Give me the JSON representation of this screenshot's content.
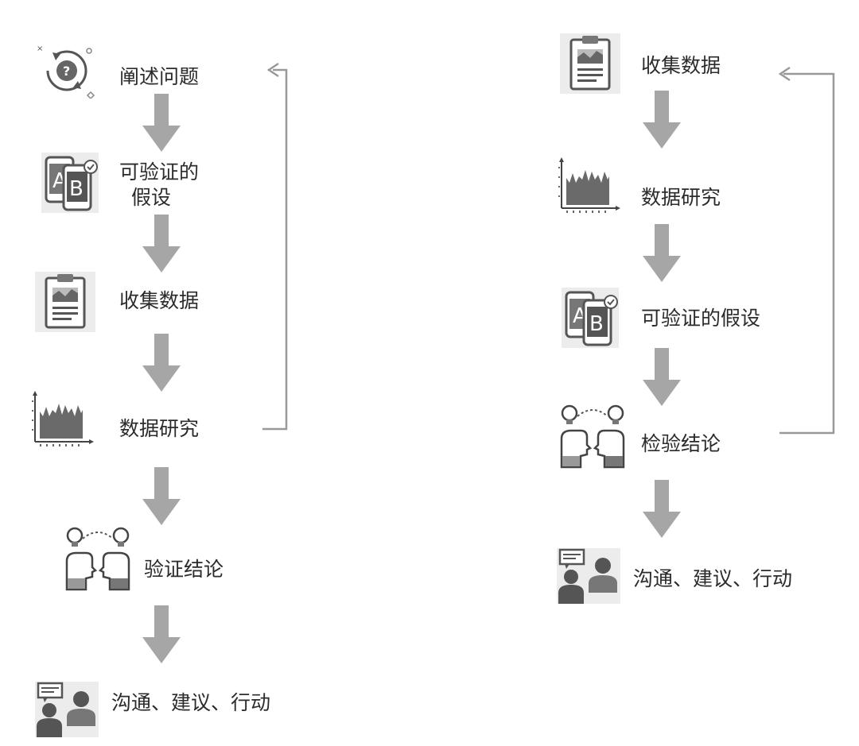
{
  "left_flow": {
    "steps": [
      {
        "label": "阐述问题",
        "icon": "question-cycle-icon"
      },
      {
        "label_line1": "可验证的",
        "label_line2": "假设",
        "icon": "ab-test-icon"
      },
      {
        "label": "收集数据",
        "icon": "clipboard-chart-icon"
      },
      {
        "label": "数据研究",
        "icon": "area-chart-icon"
      },
      {
        "label": "验证结论",
        "icon": "two-heads-ideas-icon"
      },
      {
        "label": "沟通、建议、行动",
        "icon": "people-speech-icon"
      }
    ]
  },
  "right_flow": {
    "steps": [
      {
        "label": "收集数据",
        "icon": "clipboard-chart-icon"
      },
      {
        "label": "数据研究",
        "icon": "area-chart-icon"
      },
      {
        "label": "可验证的假设",
        "icon": "ab-test-icon"
      },
      {
        "label": "检验结论",
        "icon": "two-heads-ideas-icon"
      },
      {
        "label": "沟通、建议、行动",
        "icon": "people-speech-icon"
      }
    ]
  },
  "colors": {
    "arrow": "#a6a6a6",
    "icon_bg": "#ececec",
    "icon_dark": "#555555",
    "feedback_line": "#999999"
  }
}
